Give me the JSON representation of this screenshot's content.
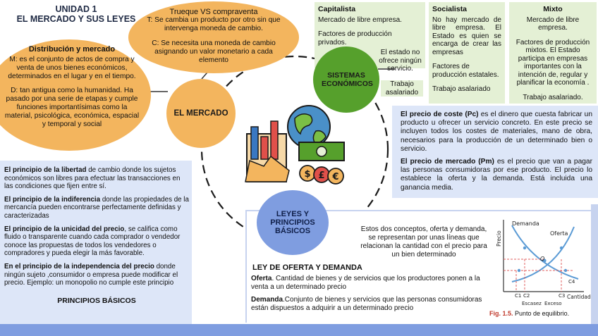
{
  "title": {
    "line1": "UNIDAD 1",
    "line2": "EL MERCADO Y SUS LEYES"
  },
  "distribucion": {
    "heading": "Distribución y mercado",
    "m": "M: es el conjunto de actos de compra y venta de unos bienes económicos, determinados en el lugar y en el tiempo.",
    "d": "D:  tan antigua como la humanidad. Ha pasado por una serie de etapas y cumple funciones importantísimas como la material, psicológica, económica, espacial y temporal y social"
  },
  "trueque": {
    "heading": "Trueque VS compraventa",
    "t": "T: Se cambia un producto por otro sin que intervenga moneda de cambio.",
    "c": "C: Se necesita una moneda de cambio asignando un valor monetario a cada elemento"
  },
  "mercado_label": "EL MERCADO",
  "sistemas_label": "SISTEMAS ECONÓMICOS",
  "leyes_label": "LEYES Y PRINCIPIOS BÁSICOS",
  "capitalista": {
    "heading": "Capitalista",
    "l1": "Mercado de libre empresa.",
    "l2": "Factores de producción privados.",
    "l3": "El estado no ofrece ningún servicio.",
    "l4": "Trabajo asalariado"
  },
  "socialista": {
    "heading": "Socialista",
    "l1": "No hay mercado de libre empresa. El Estado es quien se encarga de crear las empresas",
    "l2": "Factores de producción estatales.",
    "l3": "Trabajo asalariado"
  },
  "mixto": {
    "heading": "Mixto",
    "l1": "Mercado de libre empresa.",
    "l2": "Factores de producción mixtos. El Estado participa en empresas importantes con la intención de, regular y planificar la economía .",
    "l3": "Trabajo asalariado."
  },
  "precio": {
    "coste_term": "El precio de coste (Pc)",
    "coste_text": " es el dinero que cuesta fabricar un producto u ofrecer un servicio concreto. En este precio se incluyen todos los costes de materiales, mano de obra, necesarios para la producción de un determinado bien o servicio.",
    "mercado_term": "El precio de mercado (Pm)",
    "mercado_text": " es el precio que van a pagar las personas consumidoras por ese producto. El precio lo establece la oferta y la demanda. Está incluida una ganancia media."
  },
  "principios": {
    "libertad_term": "El principio de la libertad",
    "libertad_text": " de cambio donde los sujetos económicos son libres para efectuar las transacciones en las condiciones que fijen entre sí.",
    "indiferencia_term": "El principio de la indiferencia",
    "indiferencia_text": " donde las propiedades de  la mercancía pueden encontrarse perfectamente definidas y caracterizadas",
    "unicidad_term": "El principio de la unicidad del precio",
    "unicidad_text": ", se califica como fluido o transparente cuando cada comprador o vendedor conoce las propuestas de todos los vendedores o compradores y pueda elegir la más favorable.",
    "independencia_term": "En el principio de la independencia del precio",
    "independencia_text": " donde ningún sujeto ,consumidor o empresa puede modificar el precio. Ejemplo: un monopolio no cumple este principio",
    "footer": "PRINCIPIOS BÁSICOS"
  },
  "oferta_demanda": {
    "intro": "Estos dos conceptos, oferta y demanda, se representan por unas líneas que relacionan la cantidad con el precio para un bien determinado",
    "heading": "LEY DE OFERTA Y DEMANDA",
    "oferta_term": "Oferta",
    "oferta_text": ". Cantidad de bienes y de servicios que los productores ponen a la venta a un determinado precio",
    "demanda_term": "Demanda",
    "demanda_text": ".Conjunto de bienes y servicios que las personas consumidoras están dispuestos a adquirir a un determinado precio"
  },
  "graph": {
    "demanda_label": "Demanda",
    "oferta_label": "Oferta",
    "y_label": "Precio",
    "x_label": "Cantidad",
    "q_label": "Q",
    "c1": "C1",
    "c2": "C2",
    "c3": "C3",
    "c4": "C4",
    "escasez": "Escasez",
    "exceso": "Exceso",
    "caption_fig": "Fig. 1.5.",
    "caption_text": " Punto de equilibrio.",
    "colors": {
      "curve": "#5b9bd5",
      "dashed": "#e06060",
      "caption": "#c0392b"
    }
  }
}
